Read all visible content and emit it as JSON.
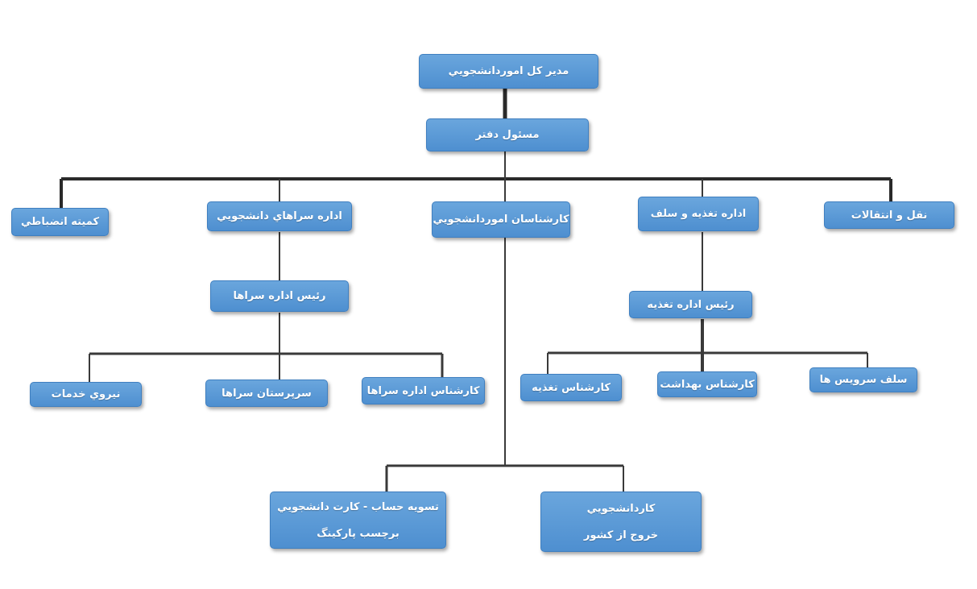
{
  "chart_nodes": {
    "director": "مدير كل اموردانشجويي",
    "office_manager": "مسئول دفتر",
    "discipline_committee": "كميته انضباطي",
    "dormitory_admin": "اداره سراهاي دانشجويي",
    "student_affairs_experts": "كارشناسان اموردانشجويي",
    "food_admin": "اداره تغذيه و سلف",
    "transport": "نقل و انتقالات",
    "dorm_admin_head": "رئيس اداره سراها",
    "food_admin_head": "رئيس اداره تغذيه",
    "services_staff": "نيروي خدمات",
    "dorm_supervisor": "سرپرستان سراها",
    "dorm_expert": "كارشناس اداره سراها",
    "food_expert": "كارشناس تغذيه",
    "health_expert": "كارشناس بهداشت",
    "cafeteria_services": "سلف سرويس ها",
    "settlement_line1": "تسويه حساب - كارت دانشجويي",
    "settlement_line2": "برچسب پاركينگ",
    "student_work_line1": "كاردانشجويي",
    "student_work_line2": "خروج از كشور"
  }
}
